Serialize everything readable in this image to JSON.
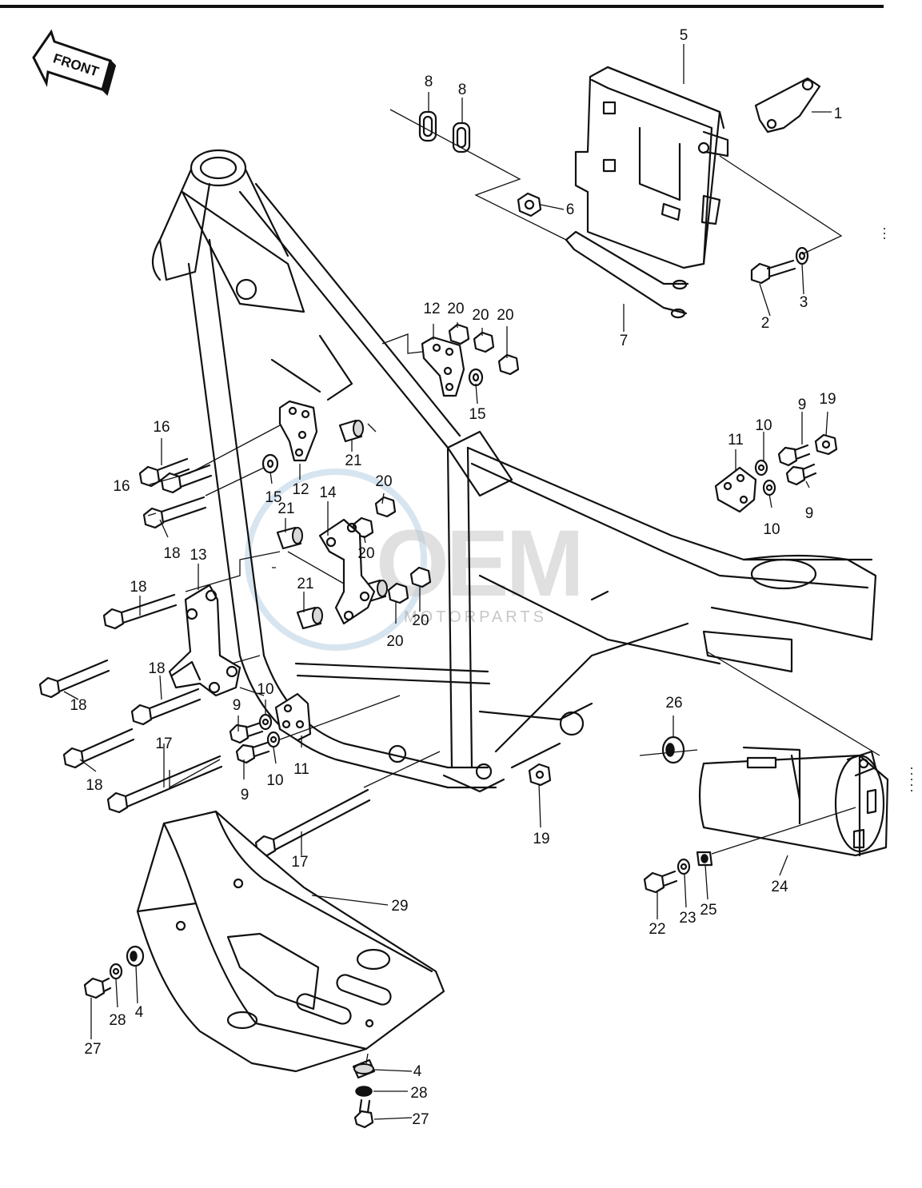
{
  "front_arrow": {
    "text": "FRONT"
  },
  "watermark": {
    "logo": "OEM",
    "tagline": "MOTORPARTS",
    "colors": {
      "logo": "#c8c8c8",
      "ring": "#bcd3e6"
    }
  },
  "callouts": [
    {
      "id": "c1",
      "text": "1"
    },
    {
      "id": "c2",
      "text": "2"
    },
    {
      "id": "c3",
      "text": "3"
    },
    {
      "id": "c4a",
      "text": "4"
    },
    {
      "id": "c4b",
      "text": "4"
    },
    {
      "id": "c5",
      "text": "5"
    },
    {
      "id": "c6",
      "text": "6"
    },
    {
      "id": "c7",
      "text": "7"
    },
    {
      "id": "c8a",
      "text": "8"
    },
    {
      "id": "c8b",
      "text": "8"
    },
    {
      "id": "c9a",
      "text": "9"
    },
    {
      "id": "c9b",
      "text": "9"
    },
    {
      "id": "c9c",
      "text": "9"
    },
    {
      "id": "c9d",
      "text": "9"
    },
    {
      "id": "c10a",
      "text": "10"
    },
    {
      "id": "c10b",
      "text": "10"
    },
    {
      "id": "c10c",
      "text": "10"
    },
    {
      "id": "c10d",
      "text": "10"
    },
    {
      "id": "c11a",
      "text": "11"
    },
    {
      "id": "c11b",
      "text": "11"
    },
    {
      "id": "c12a",
      "text": "12"
    },
    {
      "id": "c12b",
      "text": "12"
    },
    {
      "id": "c13",
      "text": "13"
    },
    {
      "id": "c14",
      "text": "14"
    },
    {
      "id": "c15a",
      "text": "15"
    },
    {
      "id": "c15b",
      "text": "15"
    },
    {
      "id": "c16a",
      "text": "16"
    },
    {
      "id": "c16b",
      "text": "16"
    },
    {
      "id": "c17a",
      "text": "17"
    },
    {
      "id": "c17b",
      "text": "17"
    },
    {
      "id": "c18a",
      "text": "18"
    },
    {
      "id": "c18b",
      "text": "18"
    },
    {
      "id": "c18c",
      "text": "18"
    },
    {
      "id": "c18d",
      "text": "18"
    },
    {
      "id": "c18e",
      "text": "18"
    },
    {
      "id": "c19a",
      "text": "19"
    },
    {
      "id": "c19b",
      "text": "19"
    },
    {
      "id": "c20a",
      "text": "20"
    },
    {
      "id": "c20b",
      "text": "20"
    },
    {
      "id": "c20c",
      "text": "20"
    },
    {
      "id": "c20d",
      "text": "20"
    },
    {
      "id": "c20e",
      "text": "20"
    },
    {
      "id": "c20f",
      "text": "20"
    },
    {
      "id": "c20g",
      "text": "20"
    },
    {
      "id": "c21a",
      "text": "21"
    },
    {
      "id": "c21b",
      "text": "21"
    },
    {
      "id": "c21c",
      "text": "21"
    },
    {
      "id": "c22",
      "text": "22"
    },
    {
      "id": "c23",
      "text": "23"
    },
    {
      "id": "c24",
      "text": "24"
    },
    {
      "id": "c25",
      "text": "25"
    },
    {
      "id": "c26",
      "text": "26"
    },
    {
      "id": "c27a",
      "text": "27"
    },
    {
      "id": "c27b",
      "text": "27"
    },
    {
      "id": "c28a",
      "text": "28"
    },
    {
      "id": "c28b",
      "text": "28"
    },
    {
      "id": "c29",
      "text": "29"
    }
  ]
}
